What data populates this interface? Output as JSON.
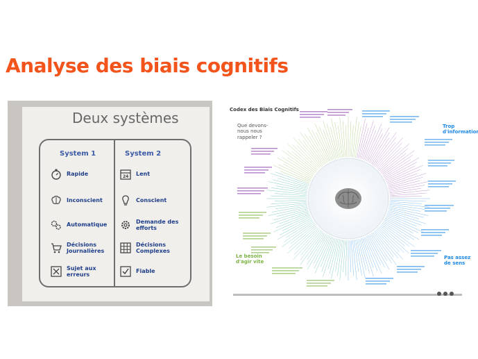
{
  "page": {
    "title": "Analyse des biais cognitifs"
  },
  "systems": {
    "heading": "Deux systèmes",
    "system1": {
      "label": "System 1",
      "items": [
        "Rapide",
        "Inconscient",
        "Automatique",
        "Décisions Journalières",
        "Sujet aux erreurs"
      ]
    },
    "system2": {
      "label": "System 2",
      "items": [
        "Lent",
        "Conscient",
        "Demande des efforts",
        "Décisions Complexes",
        "Fiable"
      ]
    }
  },
  "codex": {
    "title": "Codex des Biais Cognitifs",
    "quadrants": {
      "top_left": "Que devons-nous nous rappeler ?",
      "top_right": "Trop d'information",
      "bottom_left": "Le besoin d'agir vite",
      "bottom_right": "Pas assez de sens"
    }
  },
  "colors": {
    "title": "#f3541c",
    "system_text": "#1e3f8a",
    "green": "#7cb342",
    "blue": "#1e88e5",
    "cyan": "#26a69a",
    "purple": "#8e44ad"
  },
  "icons": [
    "stopwatch-icon",
    "brain-icon",
    "gears-icon",
    "cart-icon",
    "checkbox-x-icon",
    "calendar-icon",
    "lightbulb-icon",
    "gear-icon",
    "grid-icon",
    "checkbox-check-icon"
  ]
}
